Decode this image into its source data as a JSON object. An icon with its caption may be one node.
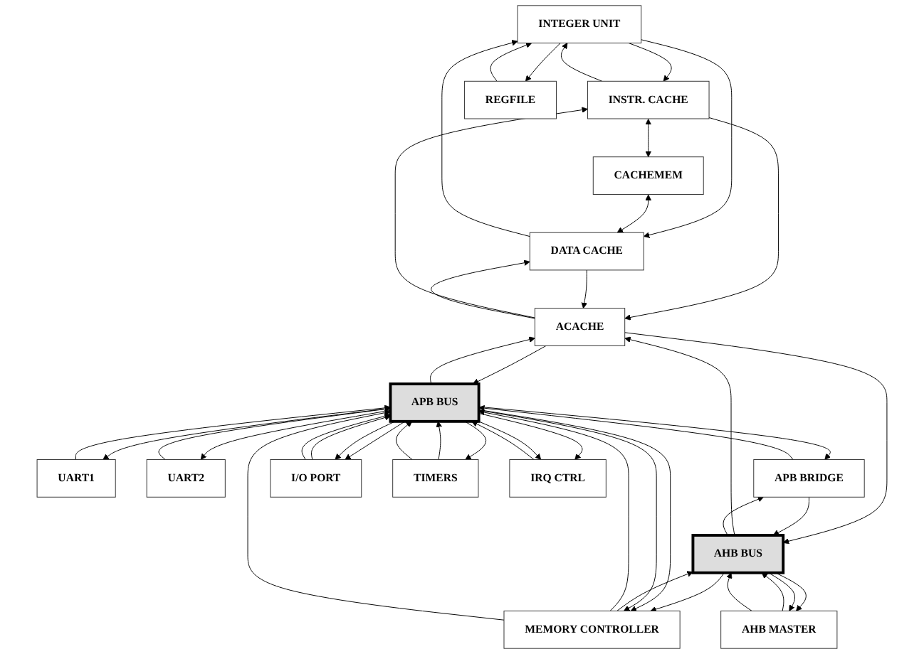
{
  "diagram": {
    "nodes": [
      {
        "text": [
          "INTEGER UNIT"
        ]
      },
      {
        "text": [
          "INSTR. CACHE"
        ]
      },
      {
        "text": [
          "CACHEMEM"
        ]
      },
      {
        "text": [
          "DATA CACHE"
        ]
      },
      {
        "text": [
          "REGFILE"
        ]
      },
      {
        "text": [
          "ACACHE"
        ]
      },
      {
        "text": [
          "AHB MASTER"
        ]
      },
      {
        "text": [
          "AHB BUS"
        ]
      },
      {
        "text": [
          "UART1"
        ]
      },
      {
        "text": [
          "UART2"
        ]
      },
      {
        "text": [
          "APB BRIDGE"
        ]
      },
      {
        "text": [
          "APB BUS"
        ]
      },
      {
        "text": [
          "MEMORY CONTROLLER"
        ]
      },
      {
        "text": [
          "I/O PORT"
        ]
      },
      {
        "text": [
          "TIMERS"
        ]
      },
      {
        "text": [
          "IRQ CTRL"
        ]
      }
    ],
    "edges": [
      {
        "from": 0,
        "to": 1,
        "arrow": "to"
      },
      {
        "from": 1,
        "to": 0,
        "arrow": "to"
      },
      {
        "from": 0,
        "to": 3,
        "arrow": "to"
      },
      {
        "from": 3,
        "to": 0,
        "arrow": "to"
      },
      {
        "from": 0,
        "to": 4,
        "arrow": "to"
      },
      {
        "from": 4,
        "to": 0,
        "arrow": "to"
      },
      {
        "from": 1,
        "to": 2,
        "arrow": "both"
      },
      {
        "from": 2,
        "to": 3,
        "arrow": "both"
      },
      {
        "from": 1,
        "to": 5,
        "arrow": "to"
      },
      {
        "from": 5,
        "to": 1,
        "arrow": "to"
      },
      {
        "from": 5,
        "to": 3,
        "arrow": "to"
      },
      {
        "from": 3,
        "to": 5,
        "arrow": "to"
      },
      {
        "from": 5,
        "to": 11,
        "arrow": "to"
      },
      {
        "from": 11,
        "to": 5,
        "arrow": "to"
      },
      {
        "from": 7,
        "to": 5,
        "arrow": "to"
      },
      {
        "from": 5,
        "to": 7,
        "arrow": "to"
      },
      {
        "from": 7,
        "to": 6,
        "arrow": "to"
      },
      {
        "from": 6,
        "to": 7,
        "arrow": "to"
      },
      {
        "from": 7,
        "to": 6,
        "arrow": "to"
      },
      {
        "from": 6,
        "to": 7,
        "arrow": "to"
      },
      {
        "from": 7,
        "to": 10,
        "arrow": "to"
      },
      {
        "from": 10,
        "to": 7,
        "arrow": "to"
      },
      {
        "from": 12,
        "to": 7,
        "arrow": "to"
      },
      {
        "from": 7,
        "to": 12,
        "arrow": "to"
      },
      {
        "from": 8,
        "to": 11,
        "arrow": "to"
      },
      {
        "from": 11,
        "to": 8,
        "arrow": "to"
      },
      {
        "from": 9,
        "to": 11,
        "arrow": "to"
      },
      {
        "from": 11,
        "to": 9,
        "arrow": "to"
      },
      {
        "from": 10,
        "to": 11,
        "arrow": "to"
      },
      {
        "from": 11,
        "to": 10,
        "arrow": "to"
      },
      {
        "from": 12,
        "to": 11,
        "arrow": "to"
      },
      {
        "from": 11,
        "to": 12,
        "arrow": "to"
      },
      {
        "from": 12,
        "to": 11,
        "arrow": "to"
      },
      {
        "from": 11,
        "to": 12,
        "arrow": "to"
      },
      {
        "from": 13,
        "to": 11,
        "arrow": "to"
      },
      {
        "from": 11,
        "to": 13,
        "arrow": "to"
      },
      {
        "from": 13,
        "to": 11,
        "arrow": "to"
      },
      {
        "from": 11,
        "to": 13,
        "arrow": "to"
      },
      {
        "from": 14,
        "to": 11,
        "arrow": "to"
      },
      {
        "from": 11,
        "to": 14,
        "arrow": "to"
      },
      {
        "from": 14,
        "to": 11,
        "arrow": "to"
      },
      {
        "from": 15,
        "to": 11,
        "arrow": "to"
      },
      {
        "from": 11,
        "to": 15,
        "arrow": "to"
      },
      {
        "from": 11,
        "to": 15,
        "arrow": "to"
      }
    ]
  }
}
